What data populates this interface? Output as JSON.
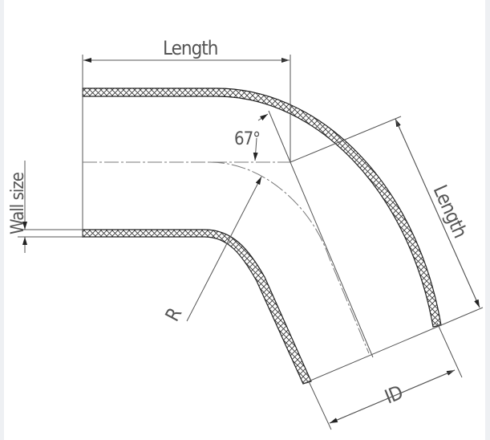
{
  "drawing": {
    "type": "67-degree hose elbow technical drawing",
    "colors": {
      "line": "#555555",
      "wall_outline": "#222222",
      "background": "#ffffff",
      "side_margins": "#eef0f3"
    },
    "labels": {
      "length_top": "Length",
      "length_right": "Length",
      "angle": "67°",
      "radius": "R",
      "inner_diameter": "ID",
      "wall_size": "Wall size"
    }
  }
}
